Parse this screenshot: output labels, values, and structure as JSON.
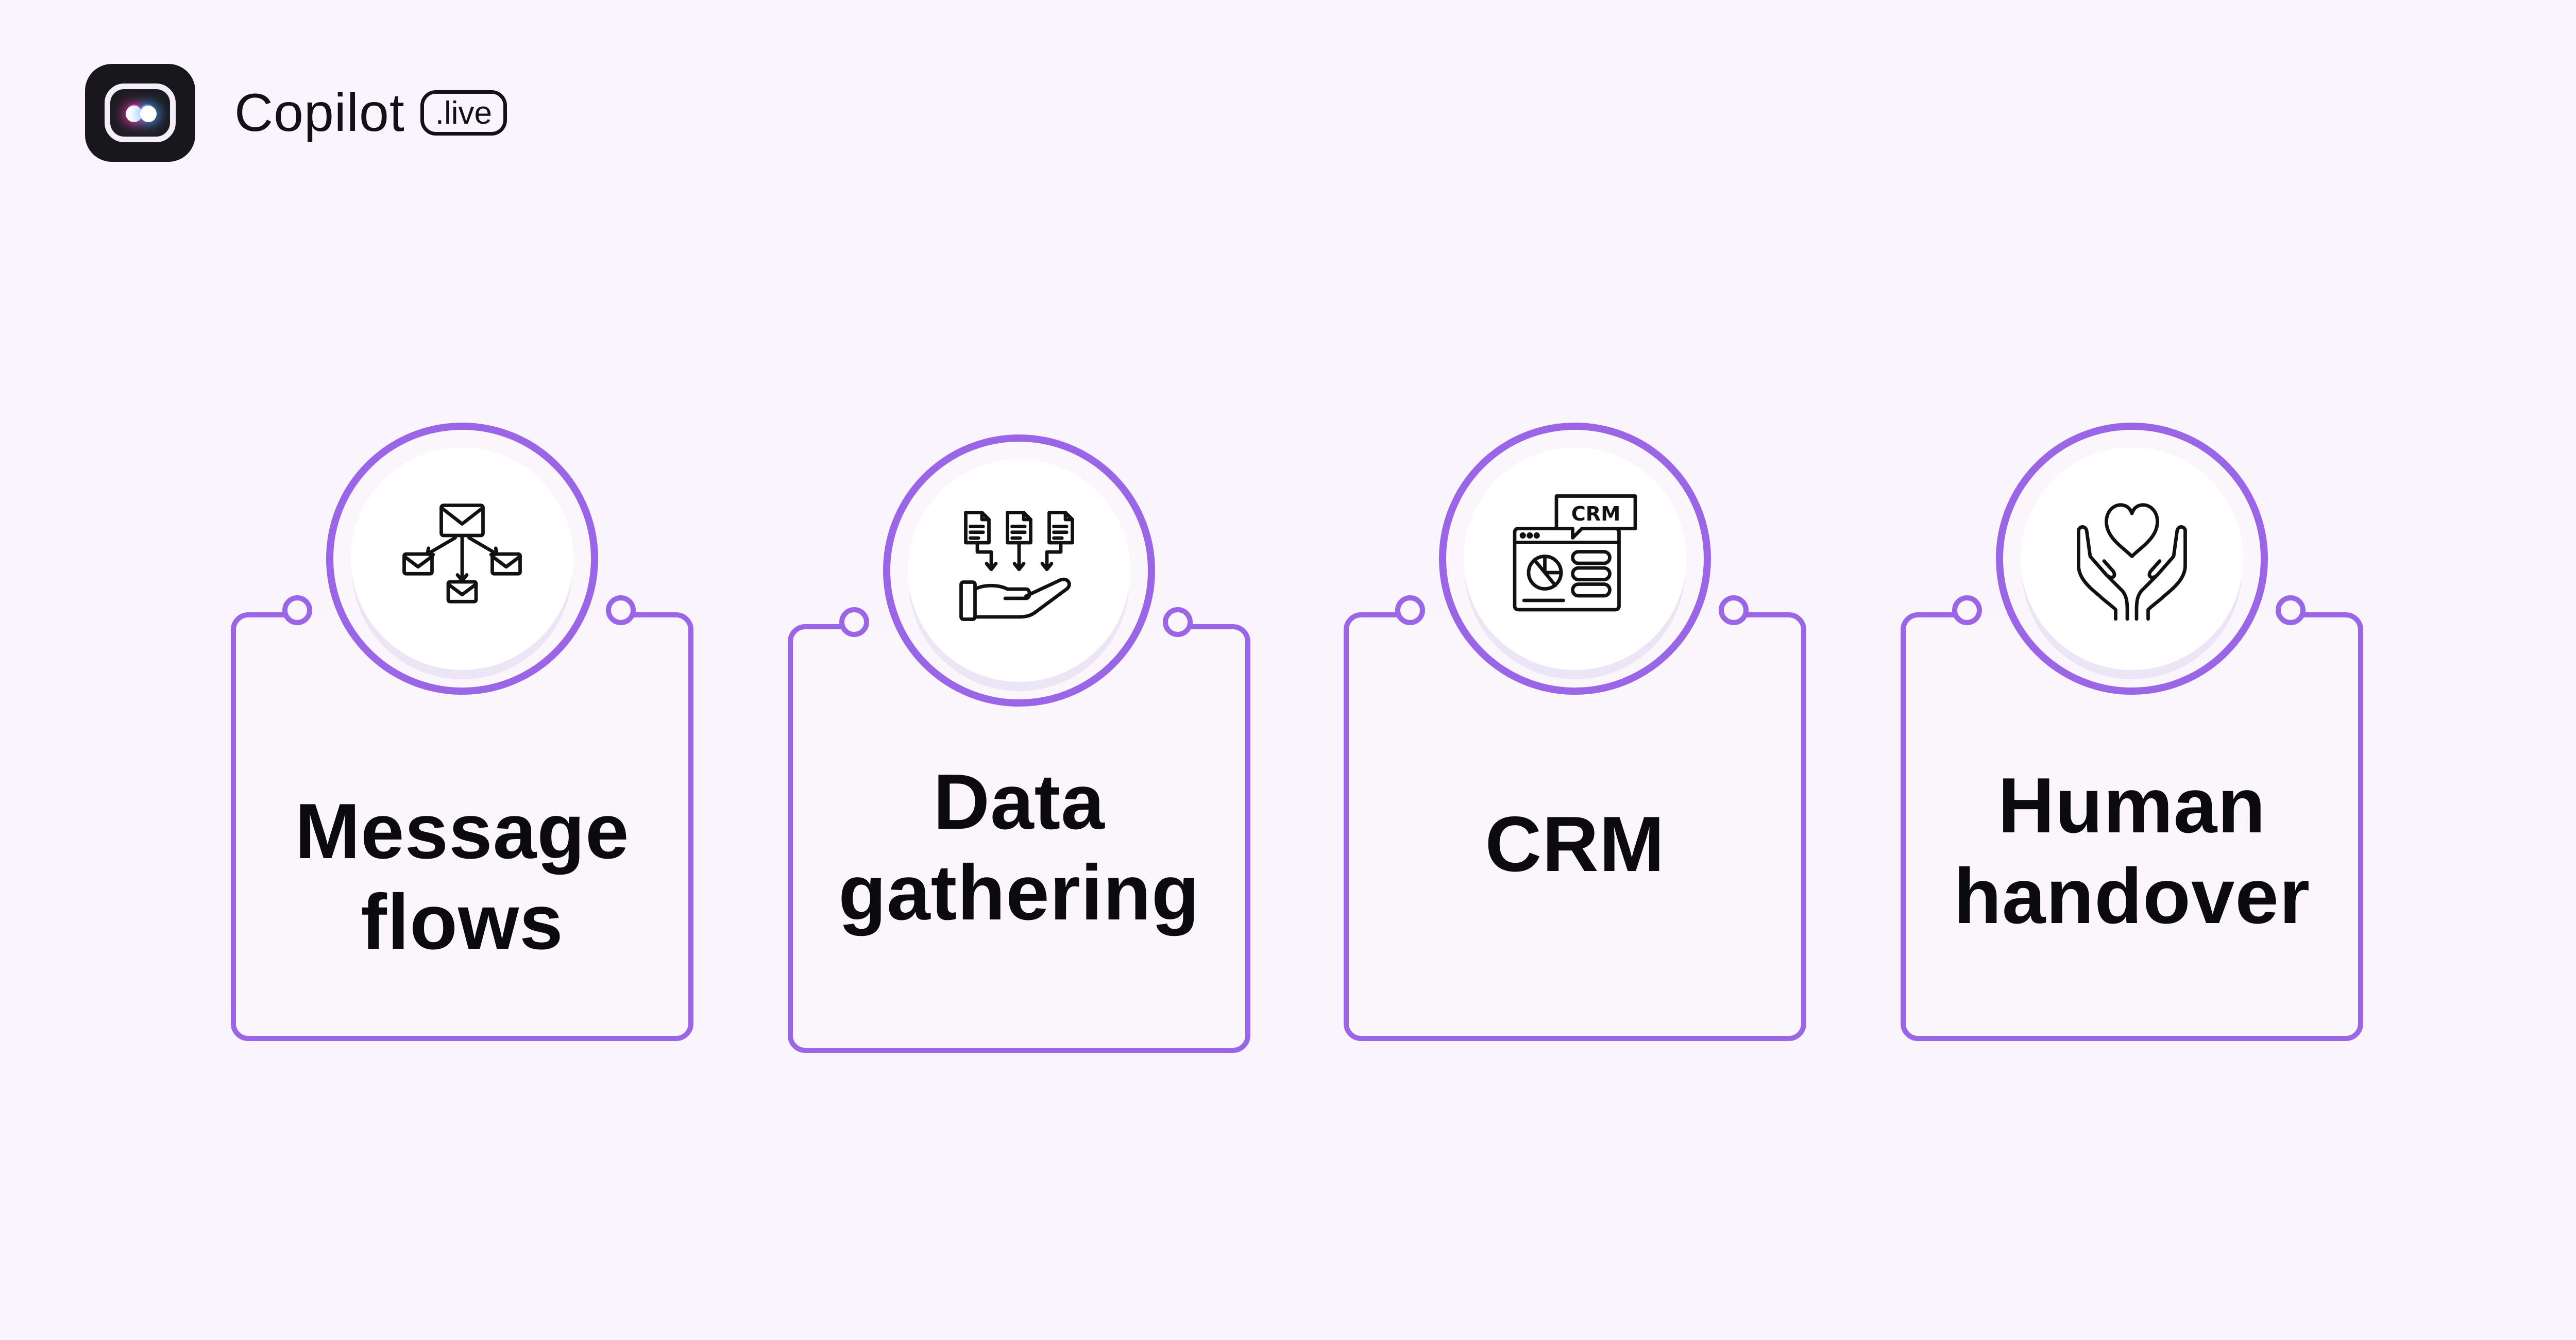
{
  "brand": {
    "name": "Copilot",
    "badge": ".live",
    "logo_icon": "copilot-live-logo-icon"
  },
  "colors": {
    "background": "#faf5fc",
    "accent": "#9b65e8",
    "text": "#0b0b0f"
  },
  "features": [
    {
      "icon": "message-flow-icon",
      "line1": "Message",
      "line2": "flows"
    },
    {
      "icon": "data-gathering-icon",
      "line1": "Data",
      "line2": "gathering"
    },
    {
      "icon": "crm-dashboard-icon",
      "line1": "CRM",
      "line2": "",
      "icon_text": "CRM"
    },
    {
      "icon": "hands-heart-icon",
      "line1": "Human",
      "line2": "handover"
    }
  ]
}
